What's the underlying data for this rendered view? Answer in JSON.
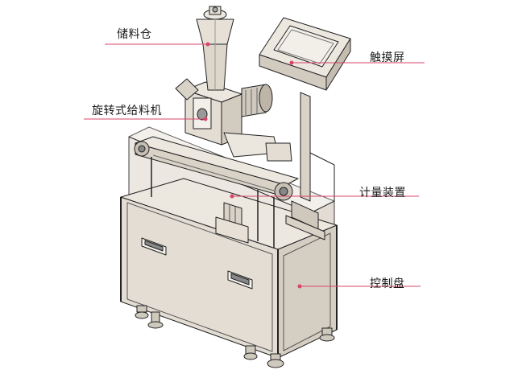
{
  "callouts": {
    "hopper": "储料仓",
    "feeder": "旋转式给料机",
    "touchscreen": "触摸屏",
    "metering": "计量装置",
    "control_panel": "控制盘"
  },
  "colors": {
    "leader_line": "#d9456a",
    "body_fill": "#e3ddd4",
    "body_fill_light": "#ece7df",
    "body_fill_dark": "#cfc8bd",
    "outline": "#222222",
    "screen_fill": "#f2efe9"
  }
}
